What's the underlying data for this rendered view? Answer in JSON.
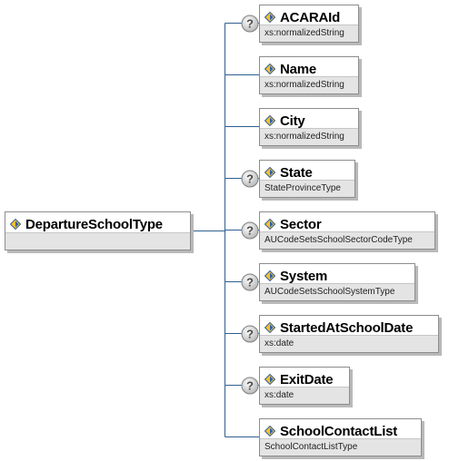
{
  "root": {
    "name": "DepartureSchoolType",
    "type": ""
  },
  "elements": [
    {
      "name": "ACARAId",
      "type": "xs:normalizedString",
      "optional": true
    },
    {
      "name": "Name",
      "type": "xs:normalizedString",
      "optional": false
    },
    {
      "name": "City",
      "type": "xs:normalizedString",
      "optional": false
    },
    {
      "name": "State",
      "type": "StateProvinceType",
      "optional": true
    },
    {
      "name": "Sector",
      "type": "AUCodeSetsSchoolSectorCodeType",
      "optional": true
    },
    {
      "name": "System",
      "type": "AUCodeSetsSchoolSystemType",
      "optional": true
    },
    {
      "name": "StartedAtSchoolDate",
      "type": "xs:date",
      "optional": true
    },
    {
      "name": "ExitDate",
      "type": "xs:date",
      "optional": true
    },
    {
      "name": "SchoolContactList",
      "type": "SchoolContactListType",
      "optional": false
    }
  ],
  "icons": {
    "element": "element-diamond-icon",
    "optional": "optional-question-icon"
  },
  "colors": {
    "connector": "#2f5f8f",
    "box_border": "#8c8c8c",
    "type_band": "#e4e4e4"
  }
}
